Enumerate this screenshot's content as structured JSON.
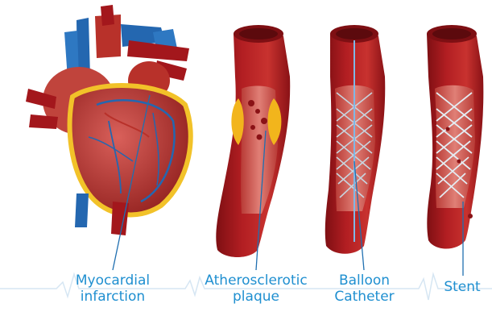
{
  "labels": {
    "myocardial": {
      "line1": "Myocardial",
      "line2": "infarction"
    },
    "athero": {
      "line1": "Atherosclerotic",
      "line2": "plaque"
    },
    "balloon": {
      "line1": "Balloon",
      "line2": "Catheter"
    },
    "stent": {
      "line1": "Stent"
    }
  },
  "colors": {
    "label_text": "#1f8fd0",
    "leader_line": "#1f6fb0",
    "heart_muscle": "#b8312a",
    "heart_light": "#d9605a",
    "aorta_blue": "#2467b0",
    "fat_yellow": "#f2c229",
    "vessel_wall": "#a3171c",
    "vessel_lumen": "#cf4a45",
    "plaque": "#f2b51c",
    "mesh": "#c8d4de",
    "ecg_line": "#d6e6f3"
  },
  "icons": [
    "heart-illustration",
    "artery-plaque",
    "artery-balloon-catheter",
    "artery-stent",
    "ecg-wave"
  ]
}
